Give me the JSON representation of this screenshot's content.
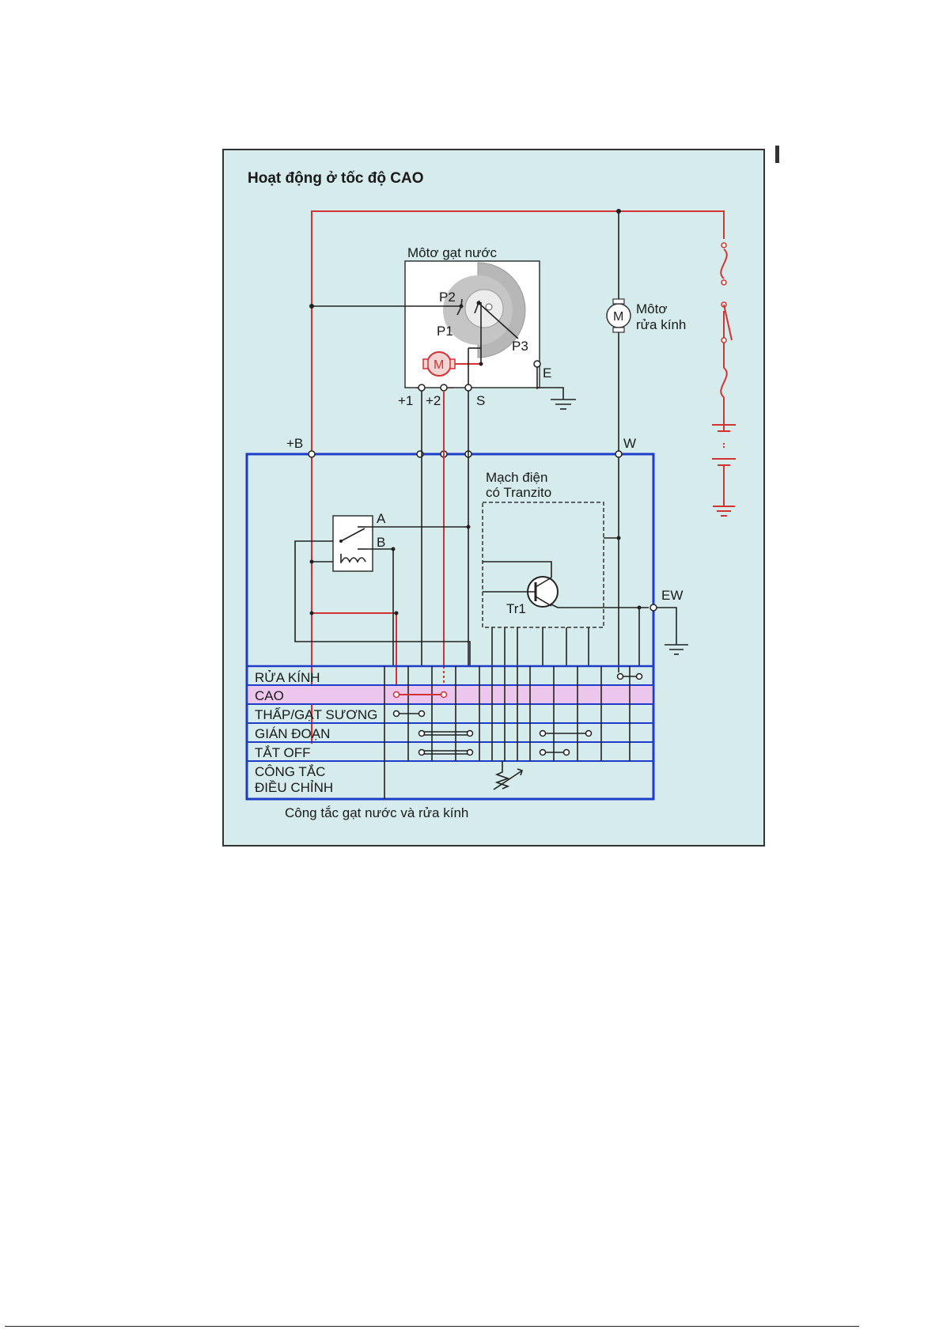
{
  "diagram": {
    "title": "Hoạt động ở tốc độ CAO",
    "wiper_motor_label": "Môtơ gạt nước",
    "washer_motor_label_1": "Môtơ",
    "washer_motor_label_2": "rửa kính",
    "motor_symbol": "M",
    "transistor_circuit_label_1": "Mạch điện",
    "transistor_circuit_label_2": "có Tranzito",
    "transistor_label": "Tr1",
    "switch_caption": "Công tắc gạt nước và rửa kính",
    "terminals": {
      "p1": "P1",
      "p2": "P2",
      "p3": "P3",
      "e": "E",
      "plus1": "+1",
      "plus2": "+2",
      "s": "S",
      "plusb": "+B",
      "w": "W",
      "ew": "EW",
      "a": "A",
      "b": "B"
    },
    "switch_rows": {
      "washer": "RỬA KÍNH",
      "high": "CAO",
      "low_mist": "THẤP/GẠT SƯƠNG",
      "intermittent": "GIÁN ĐOẠN",
      "off": "TẮT OFF",
      "adjust_1": "CÔNG TẮC",
      "adjust_2": "ĐIỀU CHỈNH"
    },
    "colors": {
      "background": "#d5ebec",
      "active_wire": "#d23232",
      "switch_box": "#1f3cc8",
      "highlight_row": "#ecc6ec"
    }
  }
}
